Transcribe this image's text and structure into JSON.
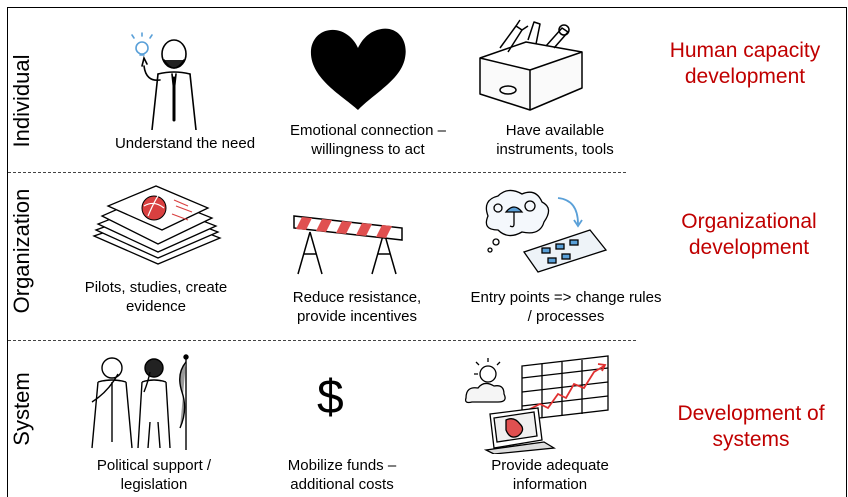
{
  "rows": [
    {
      "label": "Individual",
      "items": [
        {
          "caption": "Understand the need",
          "icon": "thinking-man-lightbulb-icon"
        },
        {
          "caption": "Emotional connection –\nwillingness to act",
          "icon": "heart-icon"
        },
        {
          "caption": "Have available\ninstruments, tools",
          "icon": "toolbox-icon"
        }
      ],
      "goal": "Human capacity\ndevelopment"
    },
    {
      "label": "Organization",
      "items": [
        {
          "caption": "Pilots, studies, create\nevidence",
          "icon": "stack-of-reports-icon"
        },
        {
          "caption": "Reduce resistance,\nprovide incentives",
          "icon": "roadblock-barrier-icon"
        },
        {
          "caption": "Entry points => change rules\n/ processes",
          "icon": "thought-bubble-calculator-icon"
        }
      ],
      "goal": "Organizational\ndevelopment"
    },
    {
      "label": "System",
      "items": [
        {
          "caption": "Political support /\nlegislation",
          "icon": "politicians-phone-flag-icon"
        },
        {
          "caption": "Mobilize funds –\nadditional costs",
          "icon": "dollar-sign-icon",
          "symbol": "$"
        },
        {
          "caption": "Provide adequate\ninformation",
          "icon": "laptop-weather-chart-icon"
        }
      ],
      "goal": "Development of\nsystems"
    }
  ],
  "colors": {
    "goal_text": "#c00000",
    "barrier_stripe": "#e05050"
  }
}
